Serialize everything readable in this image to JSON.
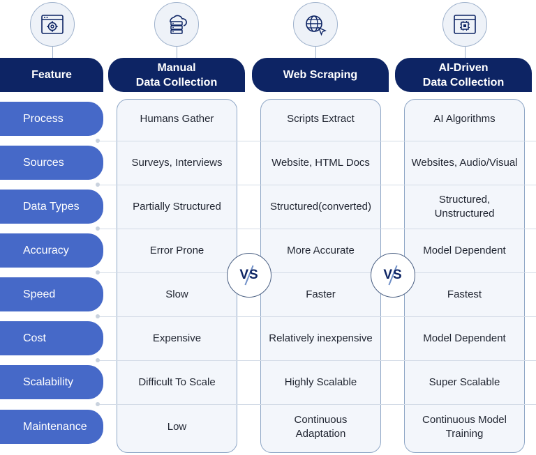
{
  "headers": {
    "feature": "Feature",
    "manual": "Manual\nData Collection",
    "web": "Web Scraping",
    "ai": "AI-Driven\nData Collection"
  },
  "icons": [
    "gear-window-icon",
    "cloud-server-icon",
    "globe-cursor-icon",
    "chip-window-icon"
  ],
  "rows": [
    {
      "feature": "Process",
      "manual": "Humans Gather",
      "web": "Scripts Extract",
      "ai": "AI Algorithms"
    },
    {
      "feature": "Sources",
      "manual": "Surveys, Interviews",
      "web": "Website, HTML Docs",
      "ai": "Websites, Audio/Visual"
    },
    {
      "feature": "Data Types",
      "manual": "Partially Structured",
      "web": "Structured(converted)",
      "ai": "Structured,\nUnstructured"
    },
    {
      "feature": "Accuracy",
      "manual": "Error Prone",
      "web": "More Accurate",
      "ai": "Model Dependent"
    },
    {
      "feature": "Speed",
      "manual": "Slow",
      "web": "Faster",
      "ai": "Fastest"
    },
    {
      "feature": "Cost",
      "manual": "Expensive",
      "web": "Relatively inexpensive",
      "ai": "Model Dependent"
    },
    {
      "feature": "Scalability",
      "manual": "Difficult To Scale",
      "web": "Highly Scalable",
      "ai": "Super Scalable"
    },
    {
      "feature": "Maintenance",
      "manual": "Low",
      "web": "Continuous\nAdaptation",
      "ai": "Continuous Model\nTraining"
    }
  ],
  "vs_label": "VS",
  "colors": {
    "header": "#0d2464",
    "feature": "#4669c8",
    "border": "#8fa7c6"
  }
}
